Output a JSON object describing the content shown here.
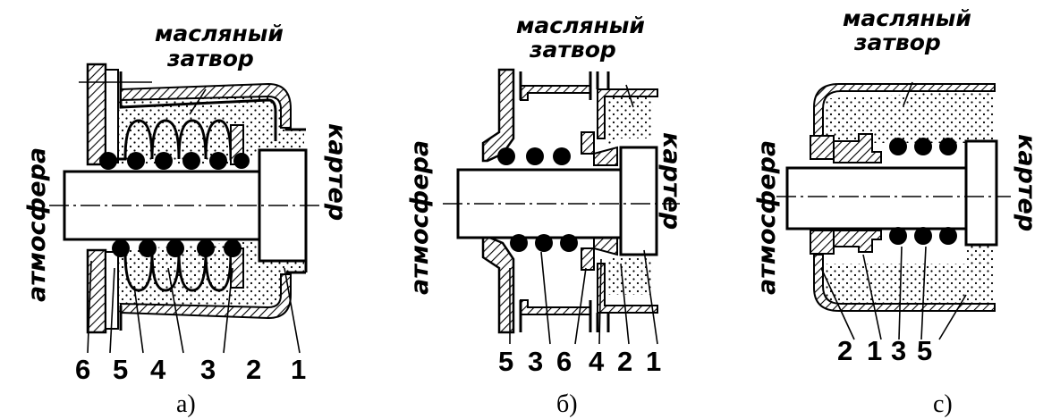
{
  "diagrams": [
    {
      "caption": "а)",
      "seal_label": [
        "масляный",
        "затвор"
      ],
      "left_label": "атмосфера",
      "right_label": "картер",
      "part_numbers": [
        "6",
        "5",
        "4",
        "3",
        "2",
        "1"
      ]
    },
    {
      "caption": "б)",
      "seal_label": [
        "масляный",
        "затвор"
      ],
      "left_label": "атмосфера",
      "right_label": "картер",
      "part_numbers": [
        "5",
        "3",
        "6",
        "4",
        "2",
        "1"
      ]
    },
    {
      "caption": "с)",
      "seal_label": [
        "масляный",
        "затвор"
      ],
      "left_label": "атмосфера",
      "right_label": "картер",
      "part_numbers": [
        "2",
        "1",
        "3",
        "5"
      ]
    }
  ]
}
